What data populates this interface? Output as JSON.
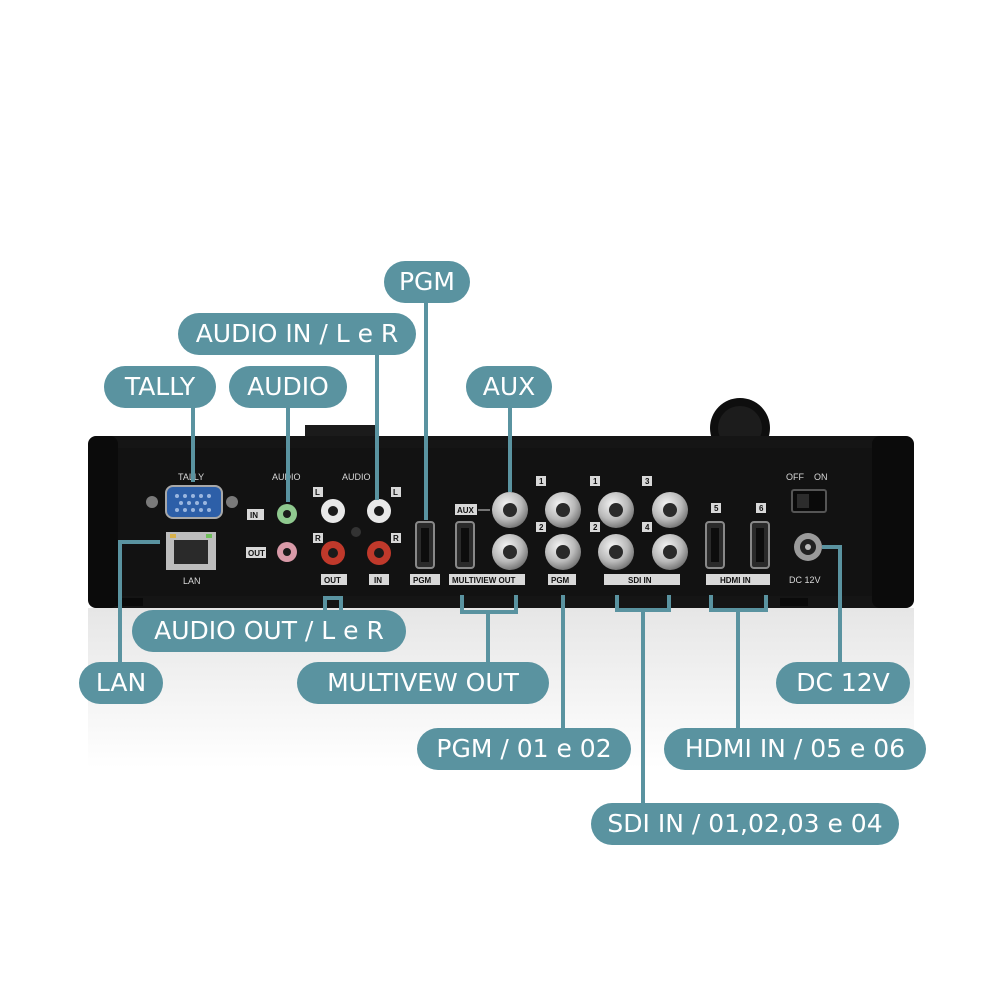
{
  "panel": {
    "tally": "TALLY",
    "lan": "LAN",
    "audio_jack": "AUDIO",
    "audio_rca": "AUDIO",
    "in": "IN",
    "out": "OUT",
    "l": "L",
    "r": "R",
    "rca_out": "OUT",
    "rca_in": "IN",
    "pgm": "PGM",
    "aux": "AUX",
    "multiview_out": "MULTIVIEW OUT",
    "pgm_bnc": "PGM",
    "sdi_in": "SDI IN",
    "hdmi_in": "HDMI IN",
    "n1a": "1",
    "n2a": "2",
    "n1b": "1",
    "n2b": "2",
    "n3": "3",
    "n4": "4",
    "n5": "5",
    "n6": "6",
    "off": "OFF",
    "on": "ON",
    "dc": "DC 12V"
  },
  "callouts": {
    "pgm": "PGM",
    "audio_in_lr": "AUDIO IN / L e R",
    "tally": "TALLY",
    "audio": "AUDIO",
    "aux": "AUX",
    "audio_out_lr": "AUDIO OUT / L e R",
    "lan": "LAN",
    "multiview_out": "MULTIVEW OUT",
    "dc12v": "DC 12V",
    "pgm_01_02": "PGM / 01 e 02",
    "hdmi_in": "HDMI IN / 05 e 06",
    "sdi_in": "SDI IN / 01,02,03 e 04"
  },
  "colors": {
    "callout": "#5a93a0",
    "device": "#141414",
    "rca_white": "#e8e8e8",
    "rca_red": "#c0392b",
    "jack_green": "#8fc98f",
    "jack_pink": "#d99aa8",
    "vga_blue": "#2d5fa8"
  }
}
